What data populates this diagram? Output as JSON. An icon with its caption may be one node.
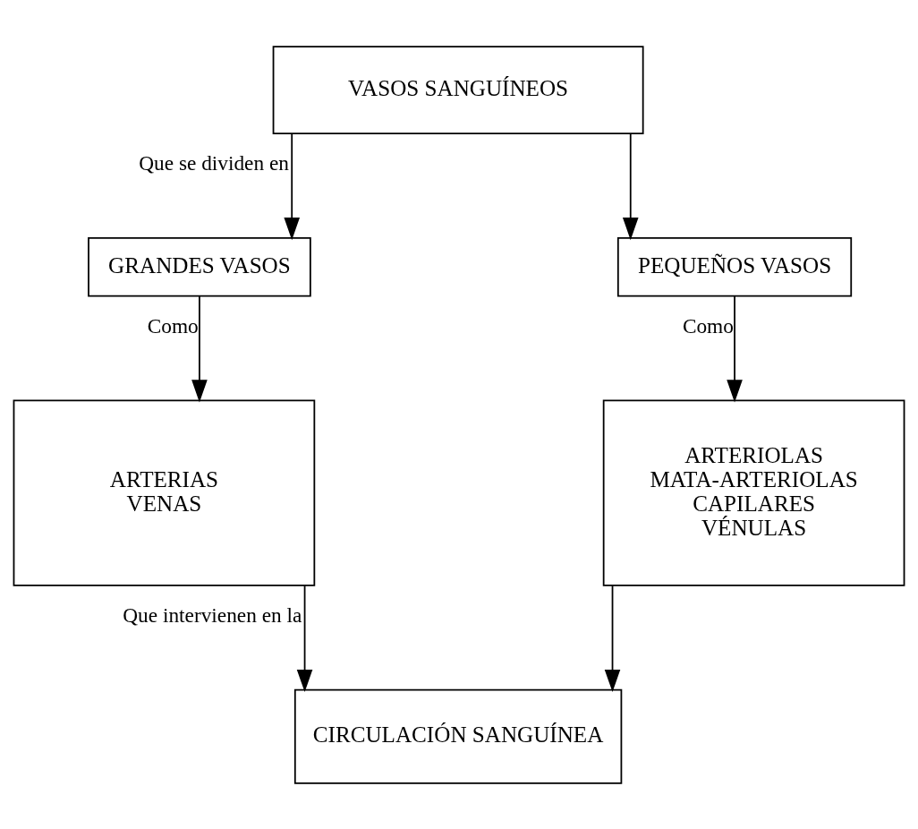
{
  "diagram": {
    "nodes": [
      {
        "text": [
          "VASOS SANGUÍNEOS"
        ]
      },
      {
        "text": [
          "GRANDES VASOS"
        ]
      },
      {
        "text": [
          "PEQUEÑOS VASOS"
        ]
      },
      {
        "text": [
          "ARTERIAS",
          "VENAS"
        ]
      },
      {
        "text": [
          "ARTERIOLAS",
          "MATA-ARTERIOLAS",
          "CAPILARES",
          "VÉNULAS"
        ]
      },
      {
        "text": [
          "CIRCULACIÓN SANGUÍNEA"
        ]
      }
    ],
    "edges": [
      {
        "from": 0,
        "to": 1,
        "arrow": "to",
        "label": "Que se dividen en"
      },
      {
        "from": 0,
        "to": 2,
        "arrow": "to"
      },
      {
        "from": 1,
        "to": 3,
        "arrow": "to",
        "label": "Como"
      },
      {
        "from": 2,
        "to": 4,
        "arrow": "to",
        "label": "Como"
      },
      {
        "from": 3,
        "to": 5,
        "arrow": "to",
        "label": "Que intervienen en la"
      },
      {
        "from": 4,
        "to": 5,
        "arrow": "to"
      }
    ]
  }
}
